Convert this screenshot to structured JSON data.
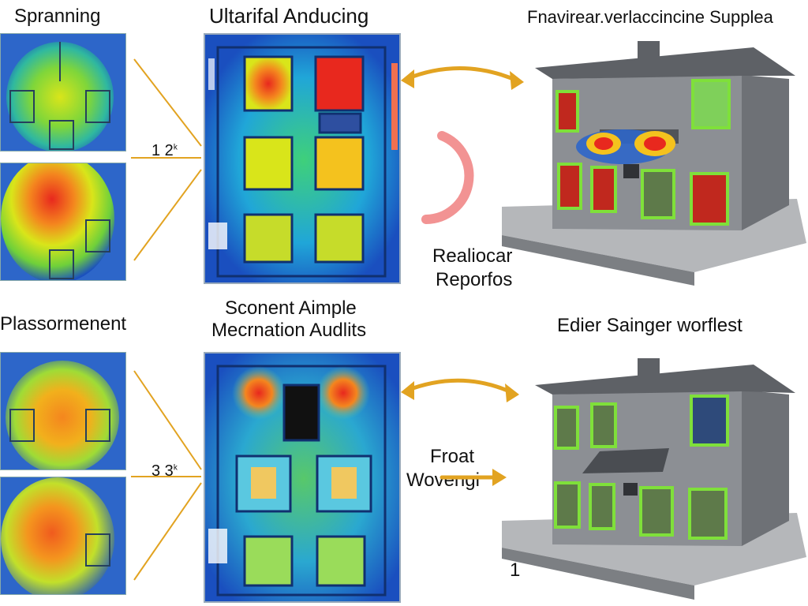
{
  "labels": {
    "top_left": "Spranning",
    "top_center": "Ultarifal Anducing",
    "top_right": "Fnavirear.verlaccincine Supplea",
    "mid_note_1": "Realiocar",
    "mid_note_2": "Reporfos",
    "bottom_left": "Plassormenent",
    "bottom_center_1": "Sconent Aimple",
    "bottom_center_2": "Mecrnation Audlits",
    "bottom_right": "Edier Sainger worflest",
    "bottom_note_1": "Froat",
    "bottom_note_2": "Wovengi",
    "num_top": "1 2",
    "num_top_sup": "k",
    "num_bottom": "3 3",
    "num_bottom_sup": "k",
    "num_corner": "1"
  },
  "colors": {
    "arrow": "#e2a321",
    "building": "#8c8f94",
    "roof": "#5e6166",
    "window_frame": "#7fe03a",
    "heat_hot": "#e8281e",
    "heat_cold": "#1a4fbf",
    "pink_arc": "#f08080"
  }
}
